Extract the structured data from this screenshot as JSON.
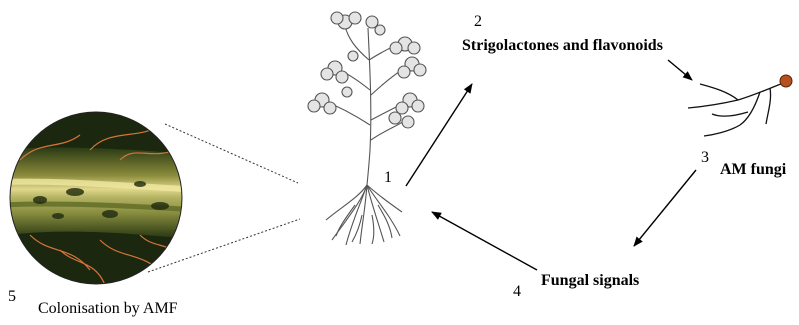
{
  "steps": {
    "one": "1",
    "two": "2",
    "three": "3",
    "four": "4",
    "five": "5"
  },
  "labels": {
    "strigolactones": "Strigolactones and flavonoids",
    "am_fungi": "AM fungi",
    "fungal_signals": "Fungal signals",
    "colonisation": "Colonisation by AMF"
  },
  "colors": {
    "spore": "#b5501f",
    "root_bg": "#1e2b10",
    "root_stripe": "#d9d07a",
    "hyphae": "#d9743a",
    "plant_line": "#555555"
  }
}
